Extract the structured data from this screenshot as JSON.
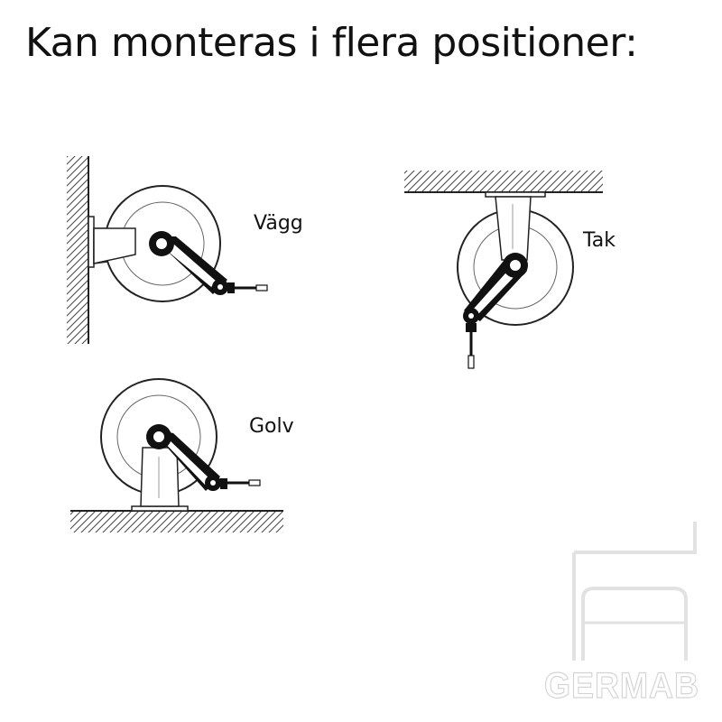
{
  "title": "Kan monteras i flera positioner:",
  "positions": {
    "wall": "Vägg",
    "ceiling": "Tak",
    "floor": "Golv"
  },
  "logo": {
    "wordmark": "GERMAB"
  }
}
